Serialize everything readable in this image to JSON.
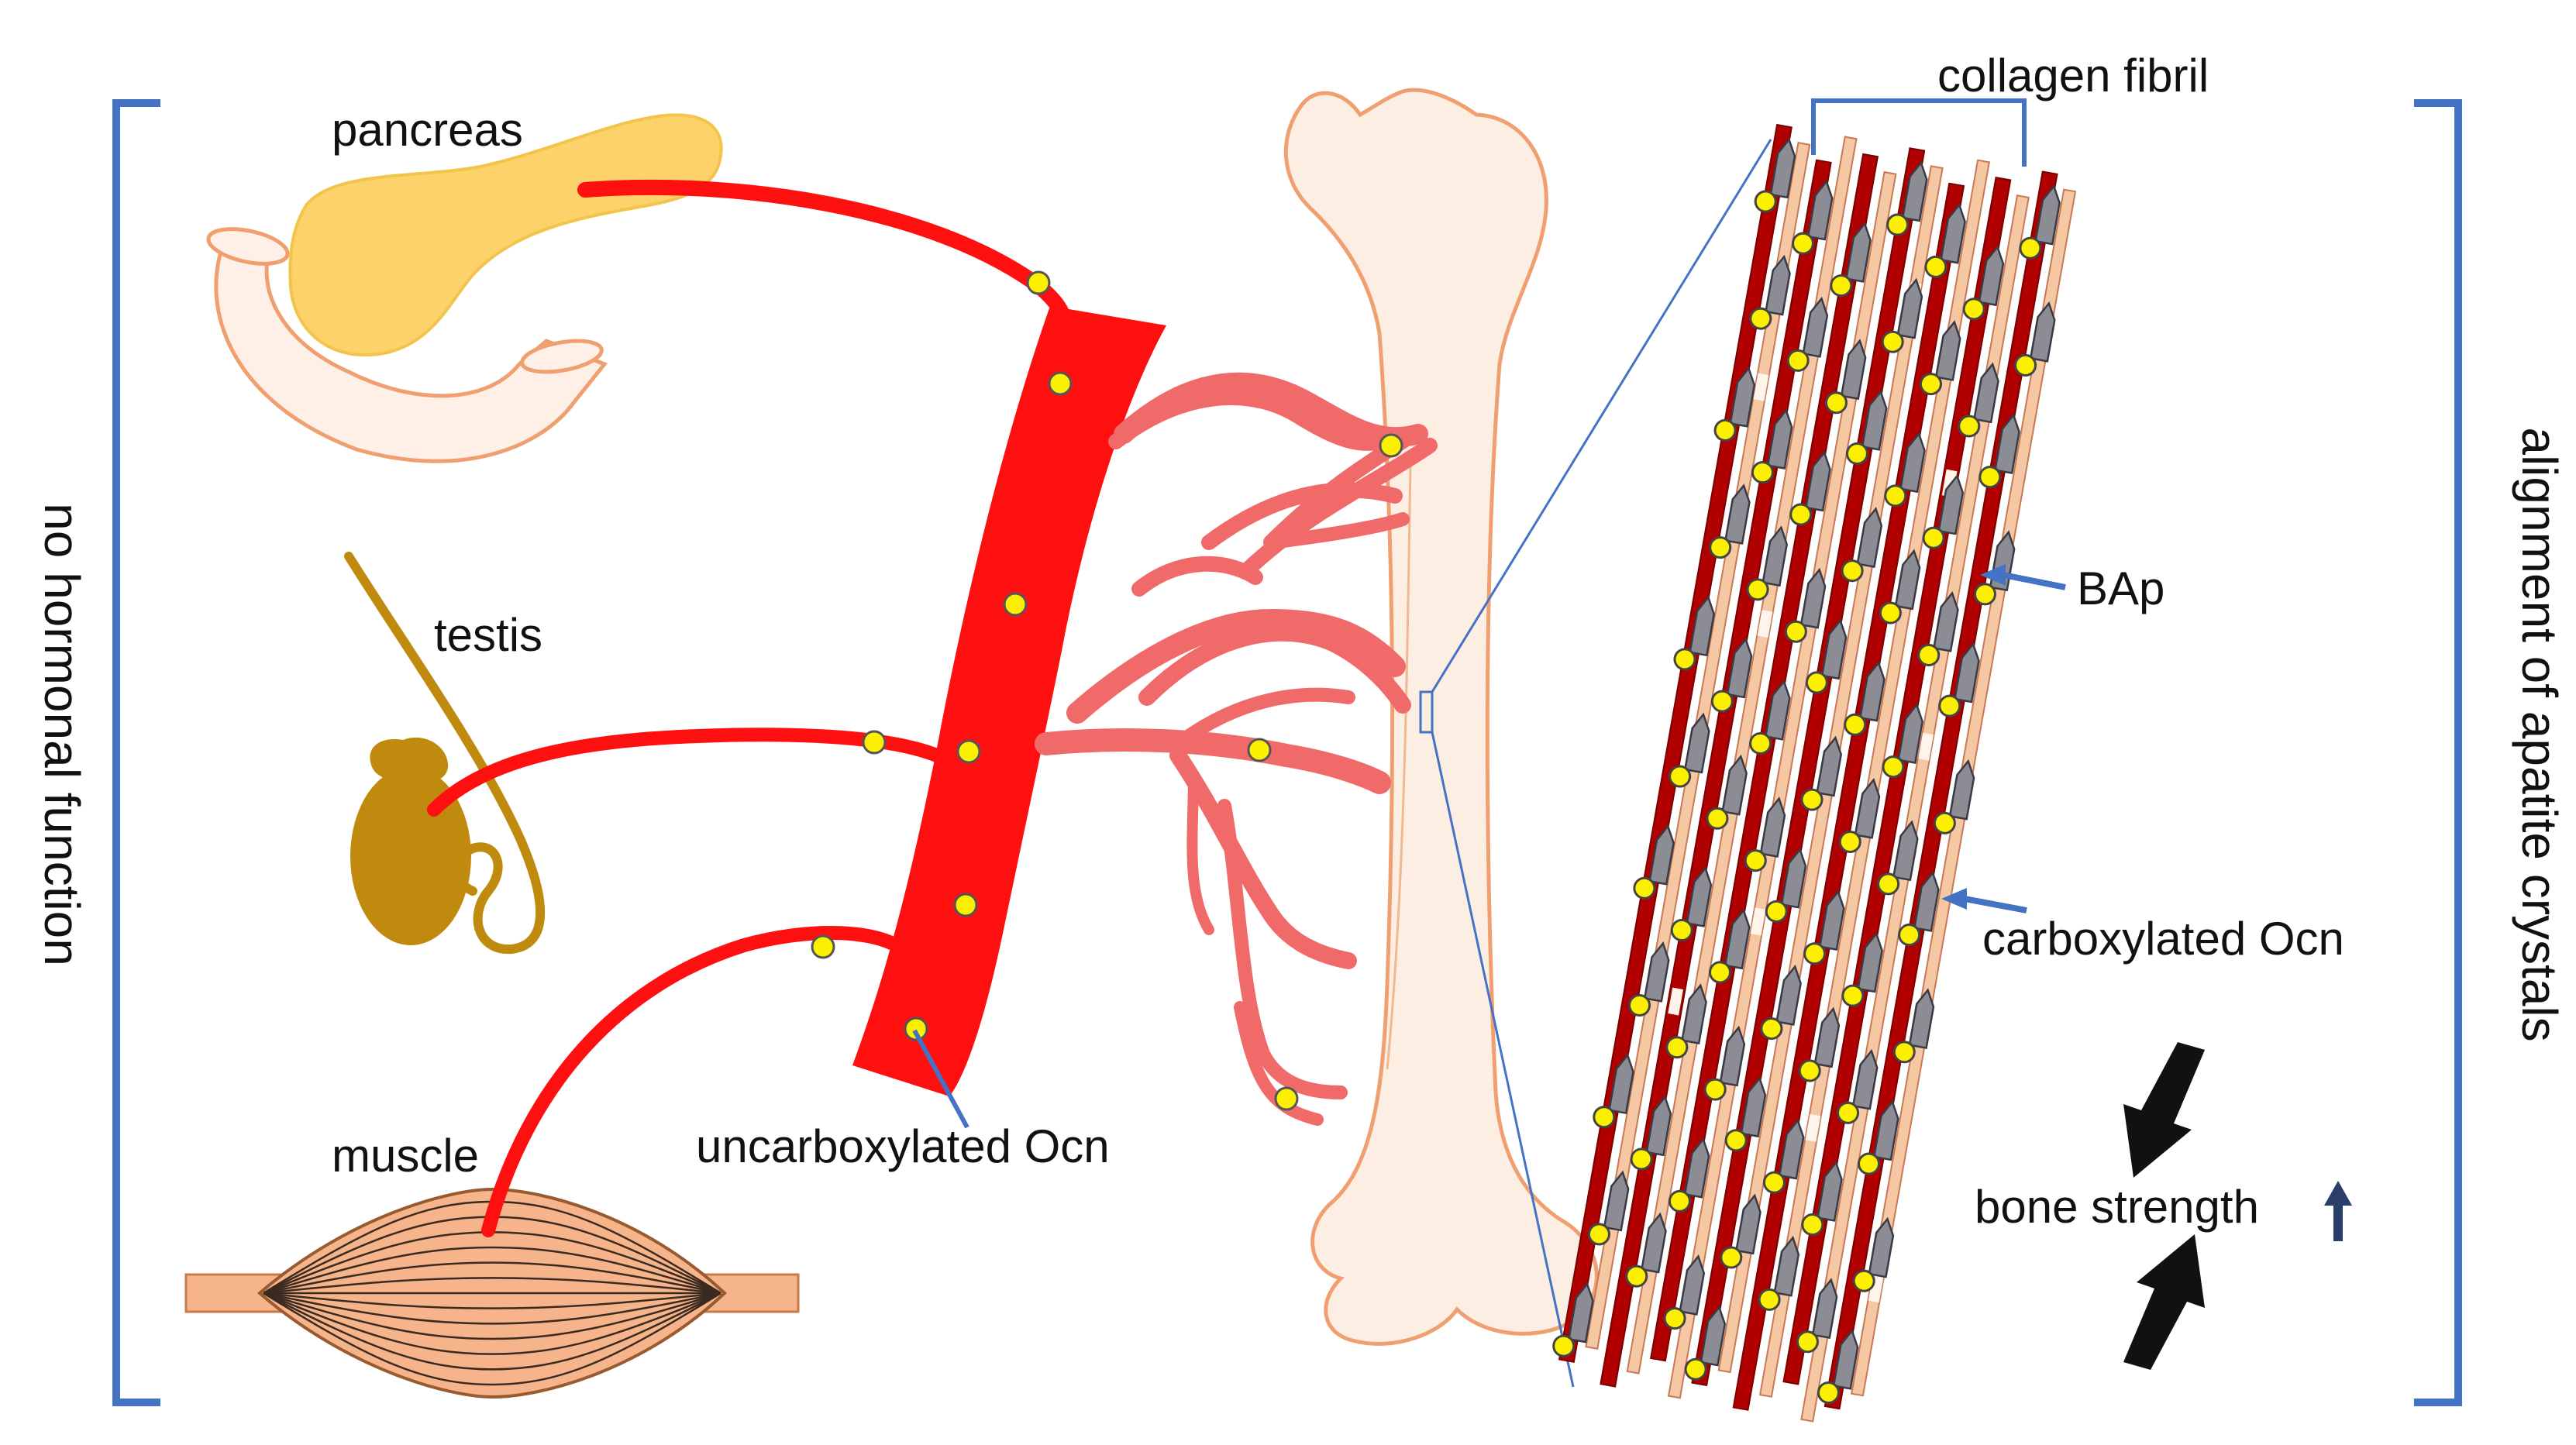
{
  "labels": {
    "pancreas": "pancreas",
    "testis": "testis",
    "muscle": "muscle",
    "uncarboxylated_ocn": "uncarboxylated Ocn",
    "collagen_fibril": "collagen fibril",
    "bap": "BAp",
    "carboxylated_ocn": "carboxylated Ocn",
    "bone_strength": "bone strength",
    "left_side": "no hormonal function",
    "right_side": "alignment of apatite crystals"
  },
  "colors": {
    "bracket": "#4472c4",
    "artery": "#ff1010",
    "branch": "#f06a6a",
    "pancreas": "#fdd26a",
    "organ_outline": "#f0a070",
    "organ_fill": "#fef0e6",
    "testis": "#c08a0e",
    "muscle": "#f5b48a",
    "bone_fill": "#fdeee4",
    "fibril_dark": "#b00000",
    "fibril_light": "#f6c7a3",
    "crystal": "#8c8c94",
    "ocn": "#fcf000",
    "arrow": "#111111"
  },
  "icons": {
    "up_arrow": "arrow-up-icon",
    "compression_arrows": "compression-arrows-icon"
  }
}
